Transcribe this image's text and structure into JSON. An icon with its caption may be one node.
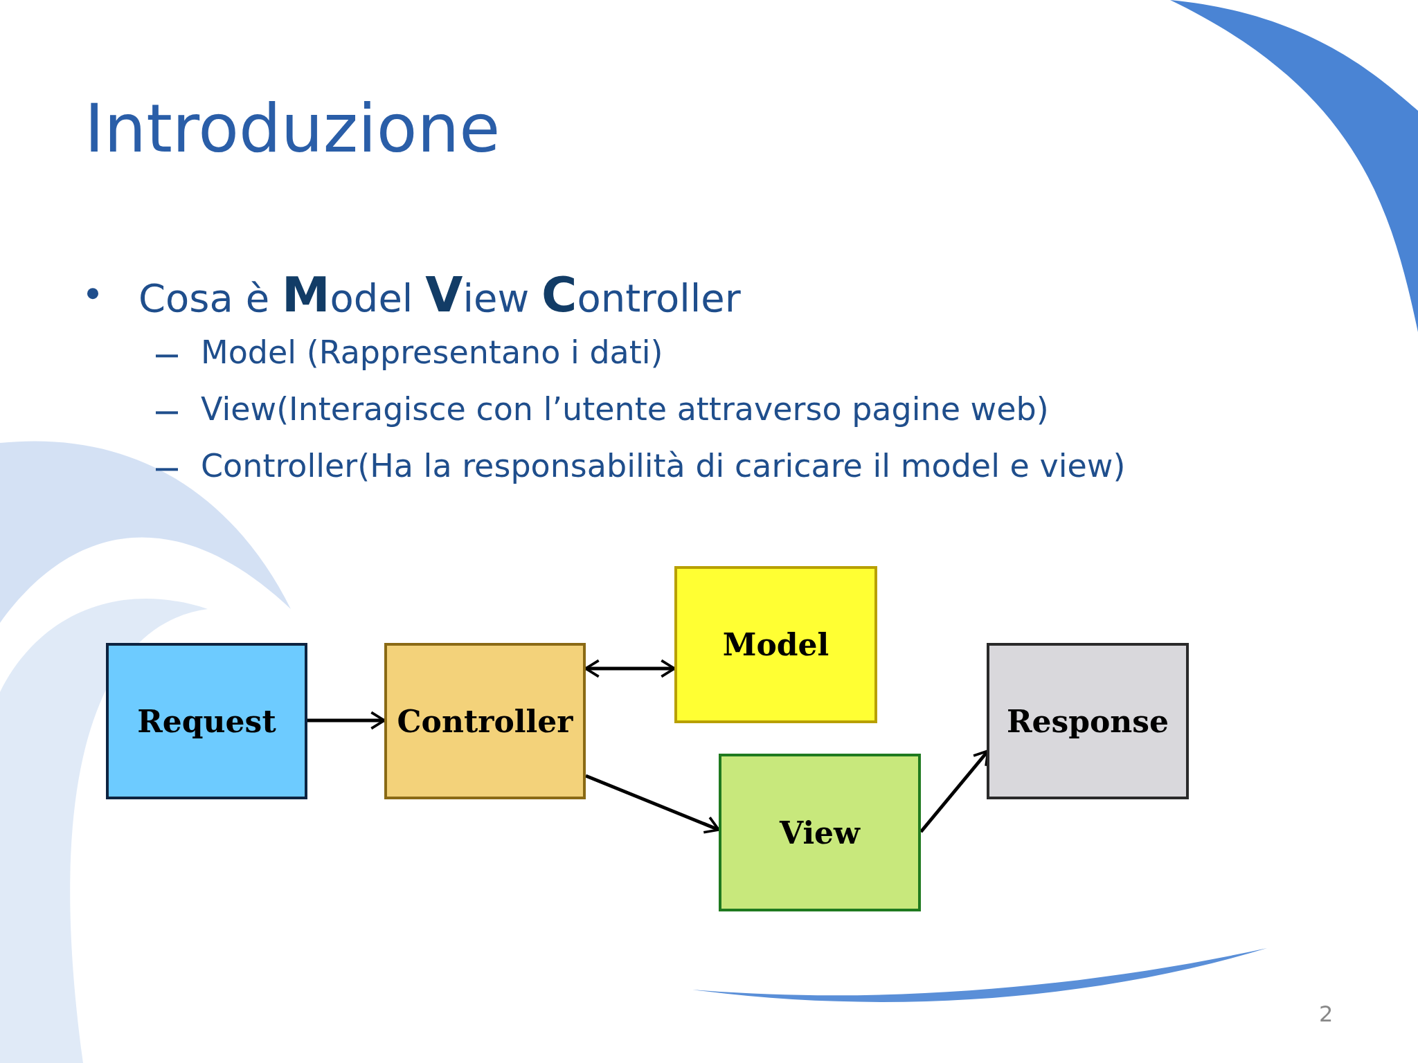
{
  "diagram": {
    "title": "Introduzione",
    "nodes": [
      {
        "text": [
          "Request"
        ]
      },
      {
        "text": [
          "Controller"
        ]
      },
      {
        "text": [
          "Model"
        ]
      },
      {
        "text": [
          "View"
        ]
      },
      {
        "text": [
          "Response"
        ]
      }
    ],
    "edges": [
      {
        "from": 0,
        "to": 1,
        "arrow": "to"
      },
      {
        "from": 1,
        "to": 2,
        "arrow": "both"
      },
      {
        "from": 1,
        "to": 3,
        "arrow": "to"
      },
      {
        "from": 3,
        "to": 4,
        "arrow": "to"
      }
    ],
    "labels": [
      "Cosa è **M**odel **V**iew **C**ontroller",
      "Model (Rappresentano i dati)",
      "View(Interagisce con l’utente attraverso pagine web)",
      "Controller(Ha la responsabilità di caricare il model e view)",
      "2"
    ]
  }
}
